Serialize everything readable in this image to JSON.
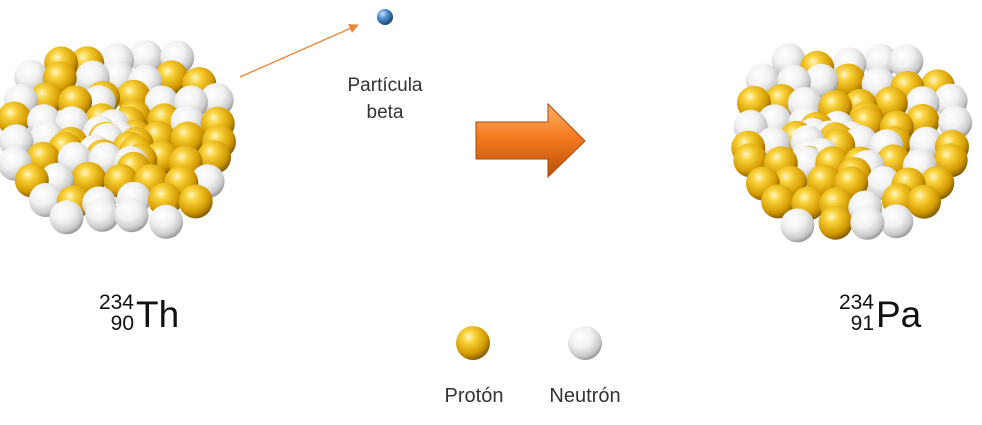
{
  "beta_particle": {
    "label_line1": "Partícula",
    "label_line2": "beta",
    "color": "#3b7fbf"
  },
  "parent_nucleus": {
    "mass_number": "234",
    "atomic_number": "90",
    "symbol": "Th"
  },
  "daughter_nucleus": {
    "mass_number": "234",
    "atomic_number": "91",
    "symbol": "Pa"
  },
  "legend": {
    "proton_label": "Protón",
    "neutron_label": "Neutrón"
  },
  "colors": {
    "proton": "#e8b400",
    "neutron": "#f2f2f2",
    "arrow": "#f07a1c",
    "emission_line": "#e8873a"
  }
}
